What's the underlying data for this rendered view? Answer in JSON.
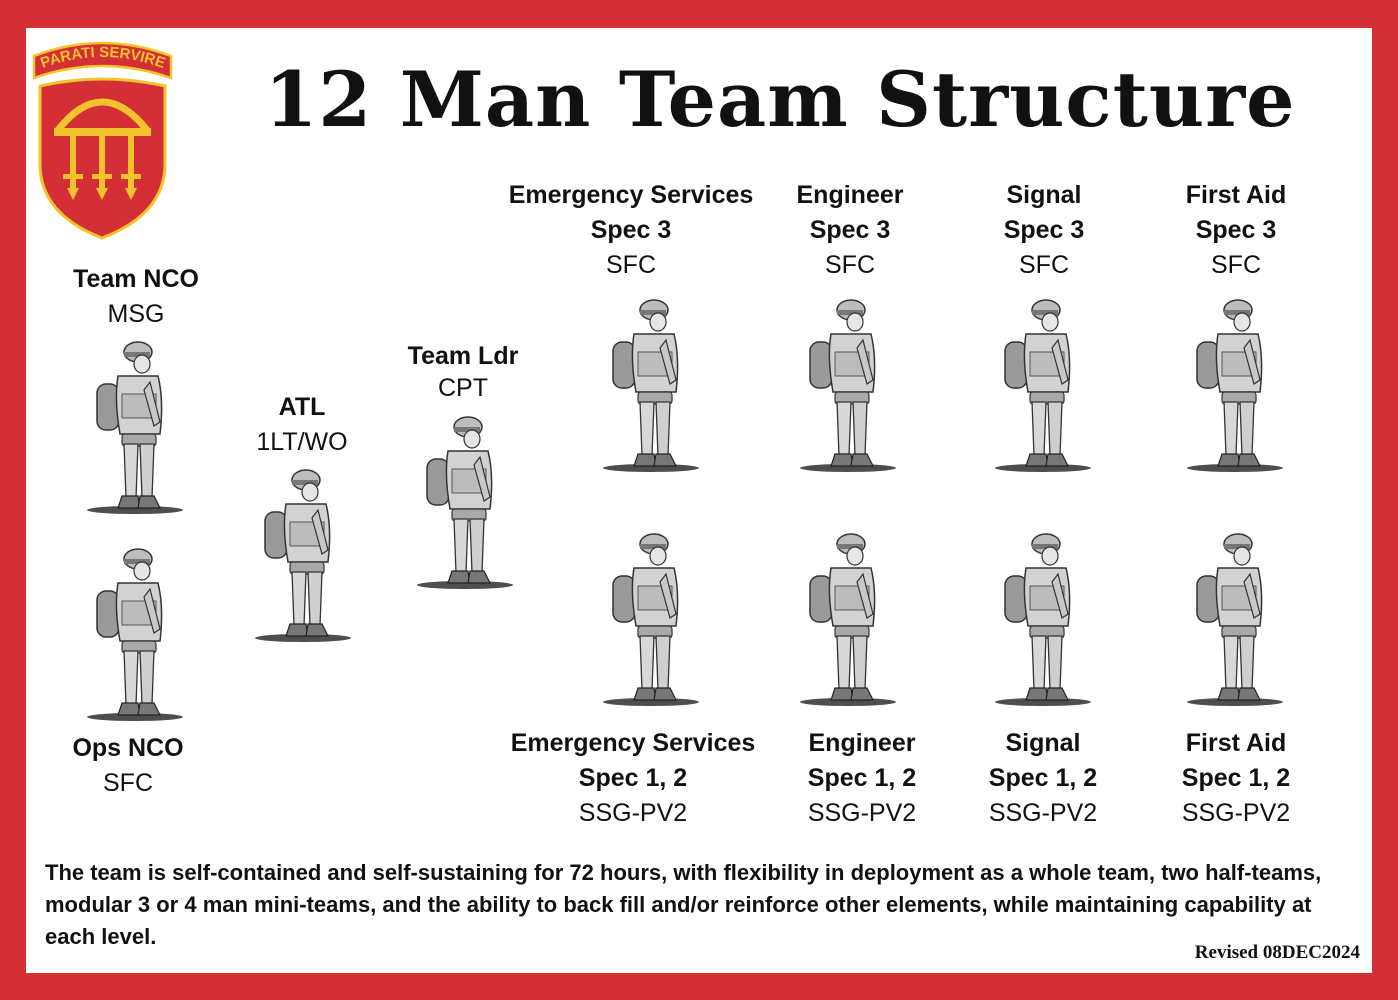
{
  "title": "12 Man Team Structure",
  "logo": {
    "motto": "PARATI SERVIRE",
    "primary_color": "#d42e37",
    "accent_color": "#f2c42c"
  },
  "border_color": "#d42e37",
  "roles": [
    {
      "id": "team-nco",
      "name": "Team NCO",
      "rank": "MSG"
    },
    {
      "id": "ops-nco",
      "name": "Ops NCO",
      "rank": "SFC"
    },
    {
      "id": "atl",
      "name": "ATL",
      "rank": "1LT/WO"
    },
    {
      "id": "team-ldr",
      "name": "Team Ldr",
      "rank": "CPT"
    },
    {
      "id": "es-spec3",
      "name": "Emergency Services",
      "spec": "Spec 3",
      "rank": "SFC"
    },
    {
      "id": "eng-spec3",
      "name": "Engineer",
      "spec": "Spec 3",
      "rank": "SFC"
    },
    {
      "id": "sig-spec3",
      "name": "Signal",
      "spec": "Spec 3",
      "rank": "SFC"
    },
    {
      "id": "fa-spec3",
      "name": "First Aid",
      "spec": "Spec 3",
      "rank": "SFC"
    },
    {
      "id": "es-spec12",
      "name": "Emergency Services",
      "spec": "Spec 1, 2",
      "rank": "SSG-PV2"
    },
    {
      "id": "eng-spec12",
      "name": "Engineer",
      "spec": "Spec 1, 2",
      "rank": "SSG-PV2"
    },
    {
      "id": "sig-spec12",
      "name": "Signal",
      "spec": "Spec 1, 2",
      "rank": "SSG-PV2"
    },
    {
      "id": "fa-spec12",
      "name": "First Aid",
      "spec": "Spec 1, 2",
      "rank": "SSG-PV2"
    }
  ],
  "note": "The team is self-contained and self-sustaining for 72 hours, with flexibility in deployment as a whole team, two half-teams, modular 3 or 4 man mini-teams, and the ability to back fill and/or reinforce other elements, while maintaining capability at each level.",
  "revised": "Revised 08DEC2024"
}
